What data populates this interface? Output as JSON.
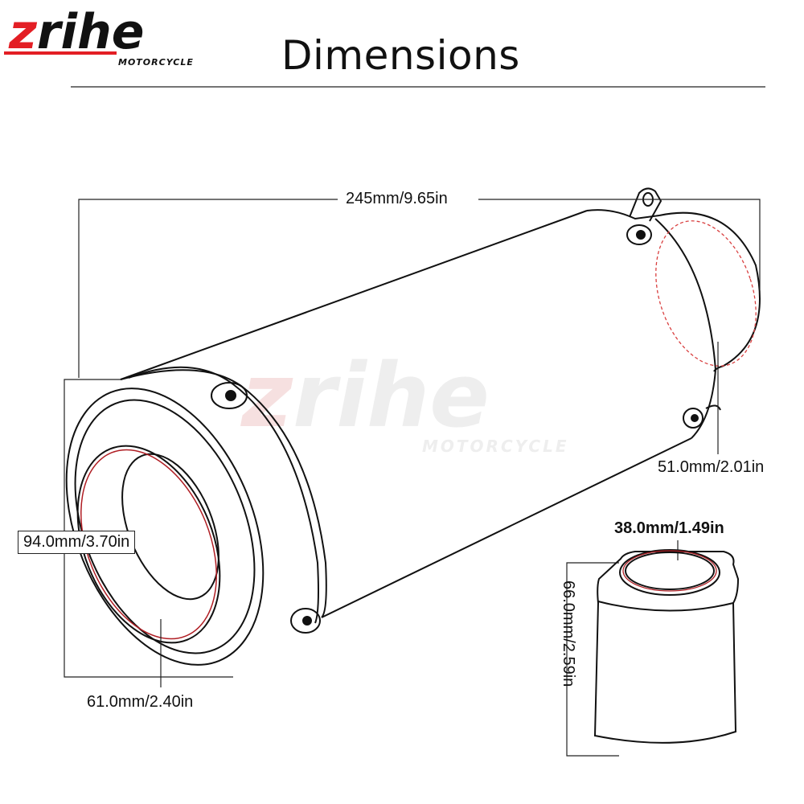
{
  "title": "Dimensions",
  "brand": {
    "logo_first_letter": "z",
    "logo_rest": "rihe",
    "logo_subtitle": "MOTORCYCLE",
    "accent_color": "#e31e24"
  },
  "dimensions": {
    "length": "245mm/9.65in",
    "outer_diameter": "94.0mm/3.70in",
    "inner_diameter": "61.0mm/2.40in",
    "inlet_diameter": "51.0mm/2.01in",
    "db_killer_diameter": "38.0mm/1.49in",
    "db_killer_length": "66.0mm/2.59in"
  }
}
